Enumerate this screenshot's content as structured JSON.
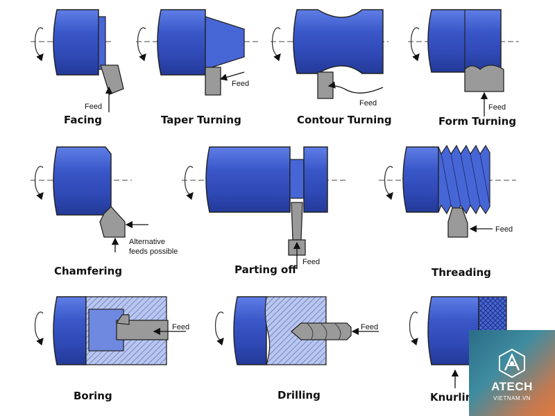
{
  "operations": {
    "facing": "Facing",
    "taper_turning": "Taper Turning",
    "contour_turning": "Contour Turning",
    "form_turning": "Form Turning",
    "chamfering": "Chamfering",
    "parting_off": "Parting off",
    "threading": "Threading",
    "boring": "Boring",
    "drilling": "Drilling",
    "knurling": "Knurling"
  },
  "notes": {
    "feed": "Feed",
    "alternative_line1": "Alternative",
    "alternative_line2": "feeds possible"
  },
  "logo": {
    "brand": "ATECH",
    "site": "VIETNAM.VN"
  },
  "colors": {
    "workpiece": "#3e5fcf",
    "tool": "#9a9a9a",
    "outline": "#222222"
  }
}
